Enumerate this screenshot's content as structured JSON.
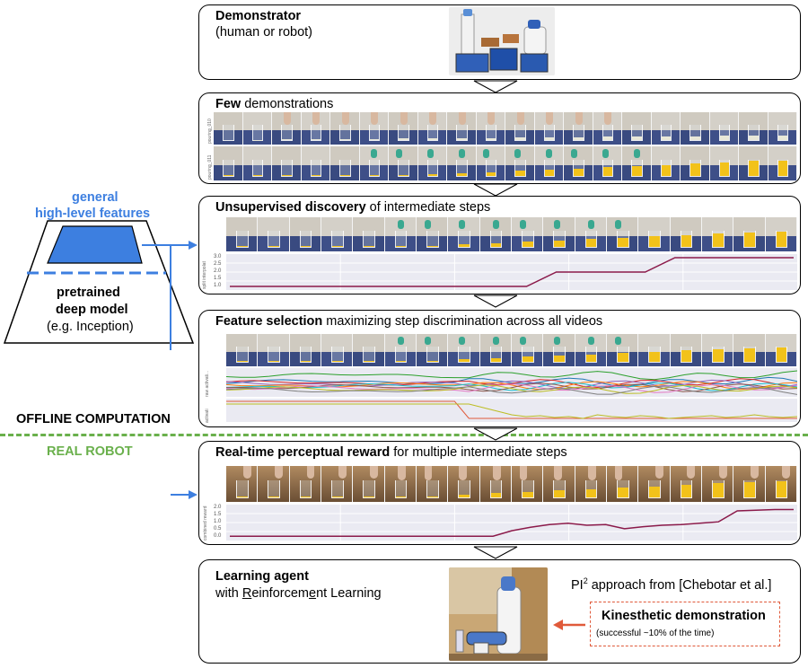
{
  "left": {
    "general_line1": "general",
    "general_line2": "high-level features",
    "model_line1": "pretrained",
    "model_line2": "deep model",
    "model_line3": "(e.g. Inception)",
    "offline": "OFFLINE COMPUTATION",
    "real_robot": "REAL ROBOT"
  },
  "panels": {
    "demonstrator": {
      "title": "Demonstrator",
      "subtitle": "(human or robot)"
    },
    "few": {
      "title_bold": "Few",
      "title_rest": " demonstrations",
      "row1_label": "pouring_010",
      "row2_label": "pouring_011"
    },
    "unsup": {
      "title_bold": "Unsupervised discovery",
      "title_rest": " of intermediate steps",
      "ylabel": "split interpolat",
      "yticks": [
        "3.0",
        "2.5",
        "2.0",
        "1.5",
        "1.0"
      ]
    },
    "feature": {
      "title_bold": "Feature selection",
      "title_rest": " maximizing step discrimination across all videos",
      "ylabel1": "raw activati...",
      "ylabel2": "activati"
    },
    "reward": {
      "title_bold": "Real-time perceptual reward",
      "title_rest": " for multiple intermediate steps",
      "ylabel": "combined reward",
      "yticks": [
        "2.0",
        "1.5",
        "1.0",
        "0.5",
        "0.0"
      ]
    },
    "agent": {
      "title": "Learning agent",
      "sub_pre": "with ",
      "sub_R": "R",
      "sub_mid": "einforcem",
      "sub_E": "e",
      "sub_post": "nt Learning",
      "pi_pre": "PI",
      "pi_sup": "2",
      "pi_post": " approach from [Chebotar et al.]",
      "kin_title": "Kinesthetic demonstration",
      "kin_sub": "(successful ~10% of the time)"
    }
  },
  "colors": {
    "accent_blue": "#3d7fe0",
    "green": "#6ab04c",
    "orange": "#e05a3a",
    "plot_bg": "#eaeaf2",
    "reward_line": "#8b1a4a"
  },
  "chart_data": [
    {
      "type": "line",
      "name": "unsupervised-steps",
      "x": [
        0,
        1,
        2,
        3,
        4,
        5,
        6,
        7,
        8,
        9,
        10,
        11,
        12,
        13,
        14,
        15,
        16,
        17,
        18,
        19
      ],
      "series": [
        {
          "values": [
            1,
            1,
            1,
            1,
            1,
            1,
            1,
            1,
            1,
            1,
            1,
            2,
            2,
            2,
            2,
            3,
            3,
            3,
            3,
            3
          ]
        }
      ],
      "ylim": [
        1,
        3
      ]
    },
    {
      "type": "line",
      "name": "perceptual-reward",
      "x": [
        0,
        1,
        2,
        3,
        4,
        5,
        6,
        7,
        8,
        9,
        10,
        11,
        12,
        13,
        14,
        15,
        16,
        17,
        18,
        19,
        20,
        21,
        22,
        23,
        24,
        25,
        26,
        27,
        28,
        29,
        30
      ],
      "series": [
        {
          "values": [
            0.05,
            0.05,
            0.05,
            0.05,
            0.05,
            0.05,
            0.05,
            0.05,
            0.05,
            0.05,
            0.05,
            0.05,
            0.05,
            0.05,
            0.05,
            0.45,
            0.7,
            0.9,
            1.0,
            0.85,
            0.9,
            0.6,
            0.75,
            0.85,
            0.9,
            1.0,
            1.1,
            1.9,
            1.95,
            2.0,
            2.0
          ]
        }
      ],
      "ylim": [
        0,
        2.1
      ]
    }
  ]
}
